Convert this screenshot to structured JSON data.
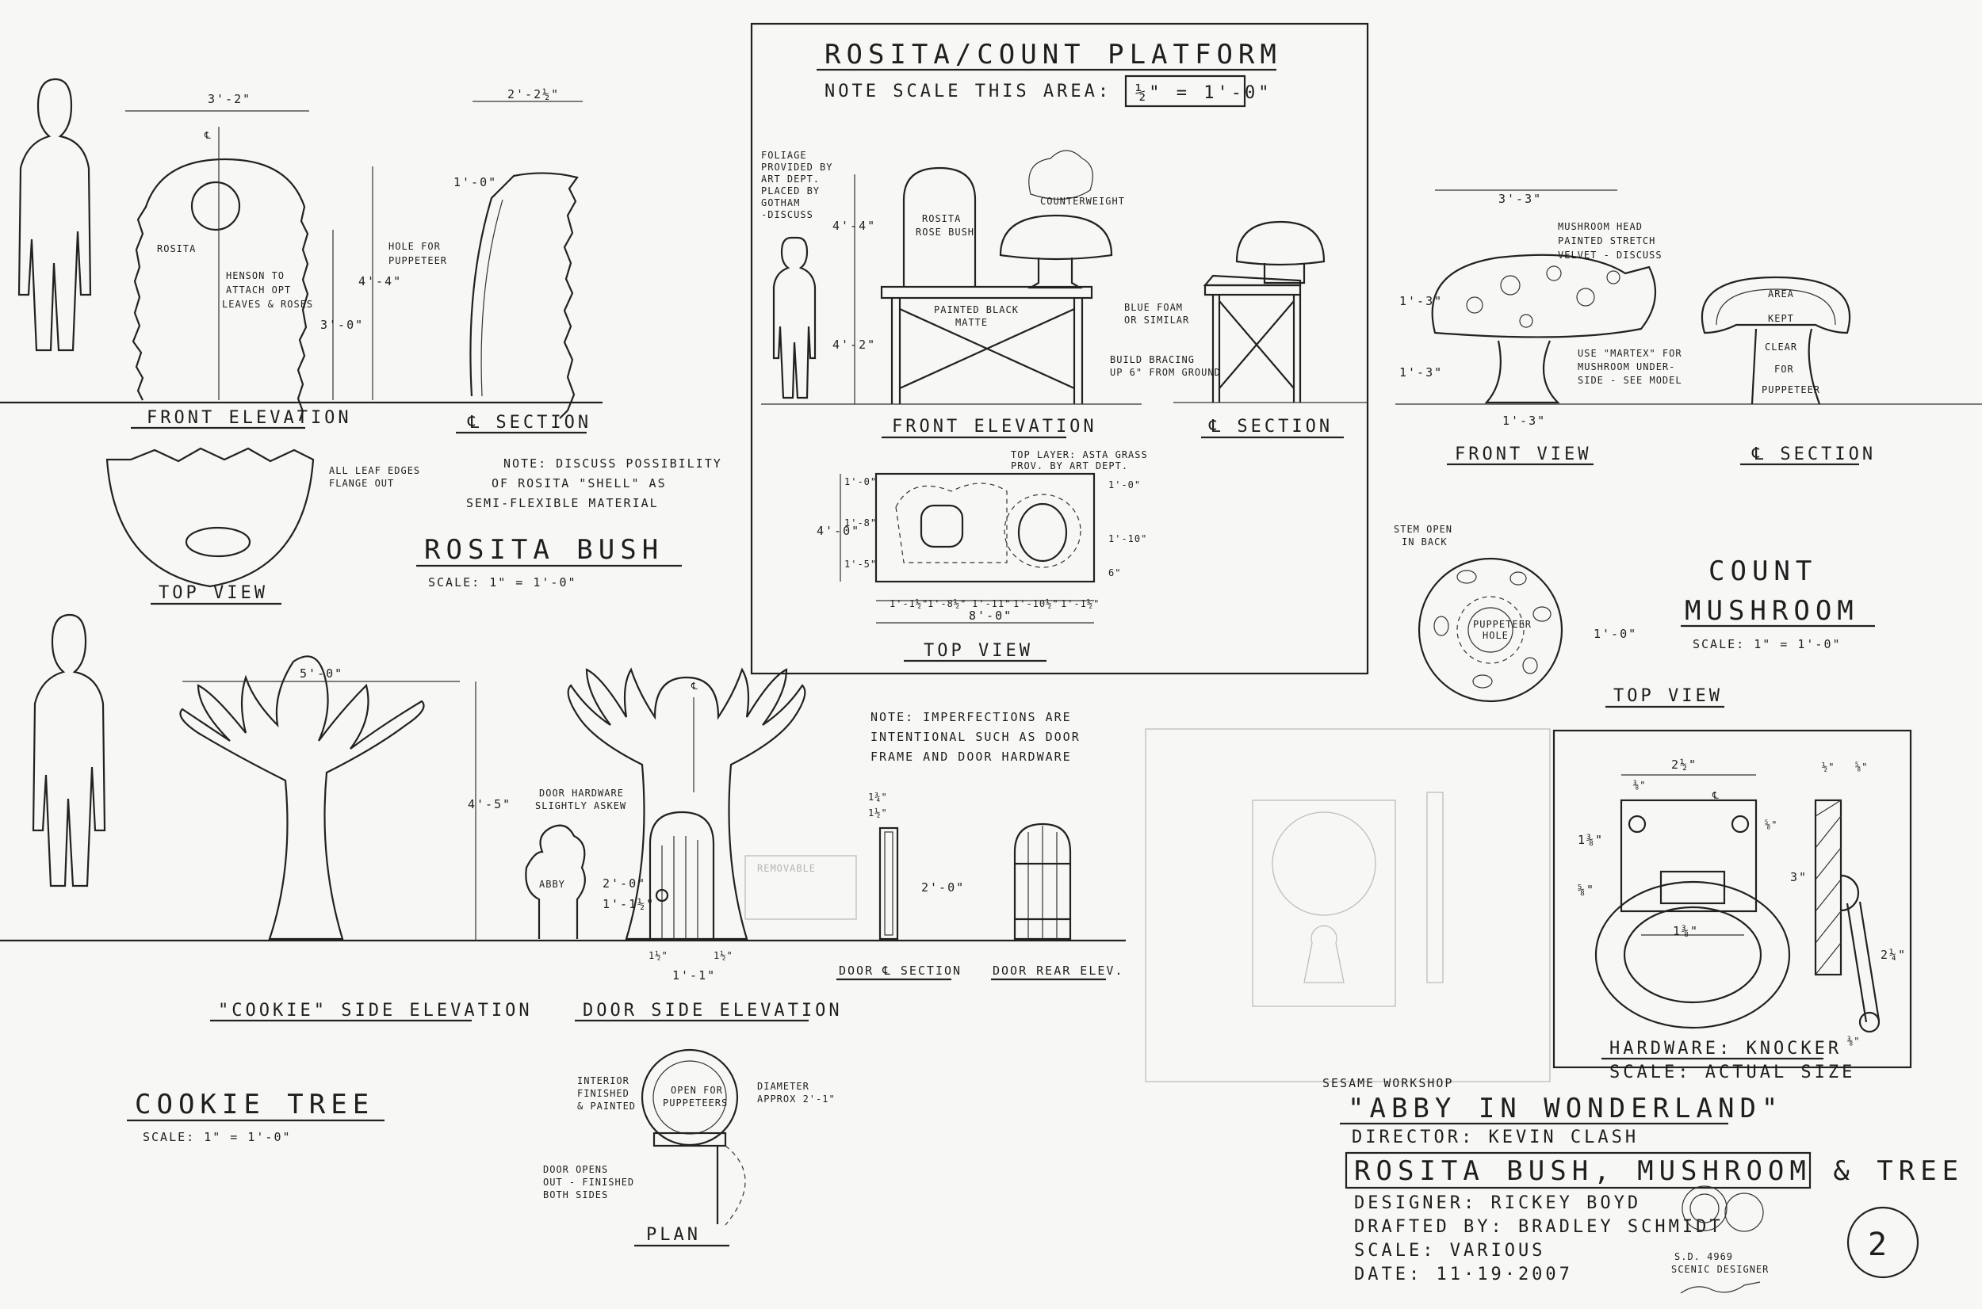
{
  "rosita_bush": {
    "title": "ROSITA BUSH",
    "scale": "SCALE: 1\" = 1'-0\"",
    "views": {
      "front": "FRONT ELEVATION",
      "section": "℄ SECTION",
      "top": "TOP VIEW"
    },
    "dims": {
      "width": "3'-2\"",
      "height_total": "4'-4\"",
      "height_lower": "3'-0\"",
      "section_width": "2'-2½\"",
      "section_top": "1'-0\""
    },
    "notes": {
      "rosita": "ROSITA",
      "henson": [
        "HENSON TO",
        "ATTACH OPT",
        "LEAVES & ROSES"
      ],
      "hole": [
        "HOLE FOR",
        "PUPPETEER"
      ],
      "leaf_edges": [
        "ALL LEAF EDGES",
        "FLANGE OUT"
      ],
      "shell": [
        "NOTE: DISCUSS POSSIBILITY",
        "OF ROSITA \"SHELL\" AS",
        "SEMI-FLEXIBLE MATERIAL"
      ]
    }
  },
  "platform": {
    "title": "ROSITA/COUNT PLATFORM",
    "note_scale": "NOTE SCALE THIS AREA:",
    "scale_box": "½\" = 1'-0\"",
    "views": {
      "front": "FRONT ELEVATION",
      "section": "℄ SECTION",
      "top": "TOP VIEW"
    },
    "notes": {
      "foliage": [
        "FOLIAGE",
        "PROVIDED BY",
        "ART DEPT.",
        "PLACED BY",
        "GOTHAM",
        "-DISCUSS"
      ],
      "rosita_bush": [
        "ROSITA",
        "ROSE BUSH"
      ],
      "counterweight": "COUNTERWEIGHT",
      "painted": [
        "PAINTED BLACK",
        "MATTE"
      ],
      "blue_foam": [
        "BLUE FOAM",
        "OR SIMILAR"
      ],
      "bracing": [
        "BUILD BRACING",
        "UP 6\" FROM GROUND"
      ],
      "top_layer": [
        "TOP LAYER: ASTA GRASS",
        "PROV. BY ART DEPT."
      ]
    },
    "dims": {
      "height_upper": "4'-4\"",
      "height_lower": "4'-2\"",
      "depth": "4'-0\"",
      "length": "8'-0\"",
      "left": [
        "1'-0\"",
        "1'-8\"",
        "1'-5\""
      ],
      "right": [
        "1'-0\"",
        "1'-10\"",
        "6\""
      ],
      "bottom": [
        "1'-1½\"",
        "1'-8½\"",
        "1'-11\"",
        "1'-10½\"",
        "1'-1½\""
      ]
    }
  },
  "count_mushroom": {
    "title_line1": "COUNT",
    "title_line2": "MUSHROOM",
    "scale": "SCALE: 1\" = 1'-0\"",
    "views": {
      "front": "FRONT VIEW",
      "section": "℄ SECTION",
      "top": "TOP VIEW"
    },
    "dims": {
      "width": "3'-3\"",
      "cap": "1'-3\"",
      "stem": "1'-3\"",
      "stem_width": "1'-3\"",
      "hole": "1'-0\""
    },
    "notes": {
      "head": [
        "MUSHROOM HEAD",
        "PAINTED STRETCH",
        "VELVET - DISCUSS"
      ],
      "martex": [
        "USE \"MARTEX\" FOR",
        "MUSHROOM UNDER-",
        "SIDE - SEE MODEL"
      ],
      "area": [
        "AREA",
        "KEPT",
        "CLEAR",
        "FOR",
        "PUPPETEER"
      ],
      "stem_open": [
        "STEM OPEN",
        "IN BACK"
      ],
      "puppeteer_hole": [
        "PUPPETEER",
        "HOLE"
      ]
    }
  },
  "cookie_tree": {
    "title": "COOKIE TREE",
    "scale": "SCALE: 1\" = 1'-0\"",
    "views": {
      "cookie_side": "\"COOKIE\" SIDE ELEVATION",
      "door_side": "DOOR SIDE ELEVATION",
      "plan": "PLAN",
      "door_section": "DOOR ℄ SECTION",
      "door_rear": "DOOR REAR ELEV."
    },
    "dims": {
      "width": "5'-0\"",
      "height": "4'-5\"",
      "door_h": "2'-0\"",
      "door_low": "1'-1½\"",
      "door_w": "1'-1\"",
      "door_sides": [
        "1½\"",
        "1½\""
      ],
      "door_sec_w": "1¾\"",
      "door_sec_w2": "1½\"",
      "door_sec_h": "2'-0\""
    },
    "notes": {
      "abby": "ABBY",
      "hardware_askew": [
        "DOOR HARDWARE",
        "SLIGHTLY ASKEW"
      ],
      "imperfections": [
        "NOTE: IMPERFECTIONS ARE",
        "INTENTIONAL SUCH AS DOOR",
        "FRAME AND DOOR HARDWARE"
      ],
      "interior": [
        "INTERIOR",
        "FINISHED",
        "& PAINTED"
      ],
      "open": [
        "OPEN FOR",
        "PUPPETEERS"
      ],
      "diameter": [
        "DIAMETER",
        "APPROX 2'-1\""
      ],
      "door_opens": [
        "DOOR OPENS",
        "OUT - FINISHED",
        "BOTH SIDES"
      ]
    }
  },
  "knocker": {
    "label": "HARDWARE: KNOCKER",
    "scale": "SCALE: ACTUAL SIZE",
    "dims": {
      "width": "2½\"",
      "top_a": "⅜\"",
      "side_a": "⅝\"",
      "h1": "1⅜\"",
      "h2": "⅝\"",
      "ring": "1⅜\"",
      "thick_a": "½\"",
      "thick_b": "⅝\"",
      "height": "3\"",
      "drop": "2¼\"",
      "tip": "⅜\""
    }
  },
  "title_block": {
    "company": "SESAME WORKSHOP",
    "production": "\"ABBY IN WONDERLAND\"",
    "director": "DIRECTOR: KEVIN CLASH",
    "sheet_title": "ROSITA BUSH, MUSHROOM & TREE",
    "designer": "DESIGNER: RICKEY BOYD",
    "drafter": "DRAFTED BY: BRADLEY SCHMIDT",
    "scale": "SCALE: VARIOUS",
    "date": "DATE: 11·19·2007",
    "stamp": [
      "S.D. 4969",
      "SCENIC DESIGNER"
    ],
    "sheet_number": "2"
  }
}
